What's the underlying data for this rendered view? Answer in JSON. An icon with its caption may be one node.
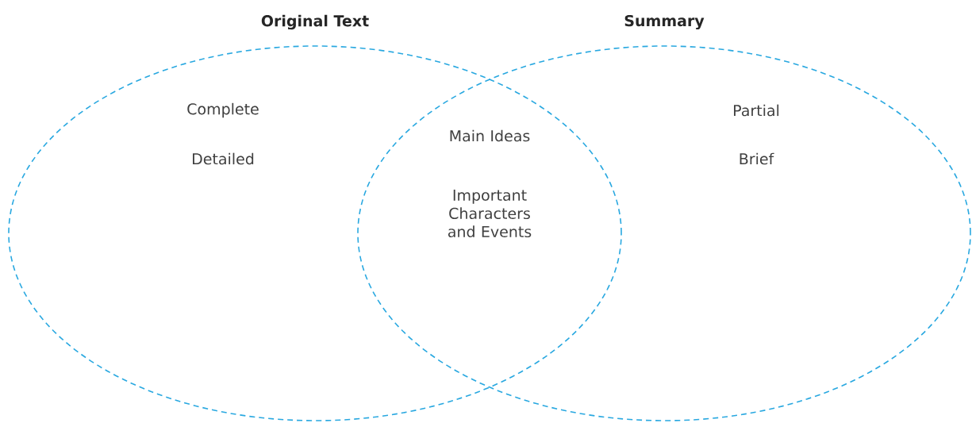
{
  "diagram": {
    "nodes": [
      {
        "text": [
          "Original Text",
          "Complete",
          "Detailed"
        ]
      },
      {
        "text": [
          "Summary",
          "Partial",
          "Brief"
        ]
      }
    ],
    "labels": [
      "Main Ideas",
      "Important Characters and Events"
    ]
  }
}
